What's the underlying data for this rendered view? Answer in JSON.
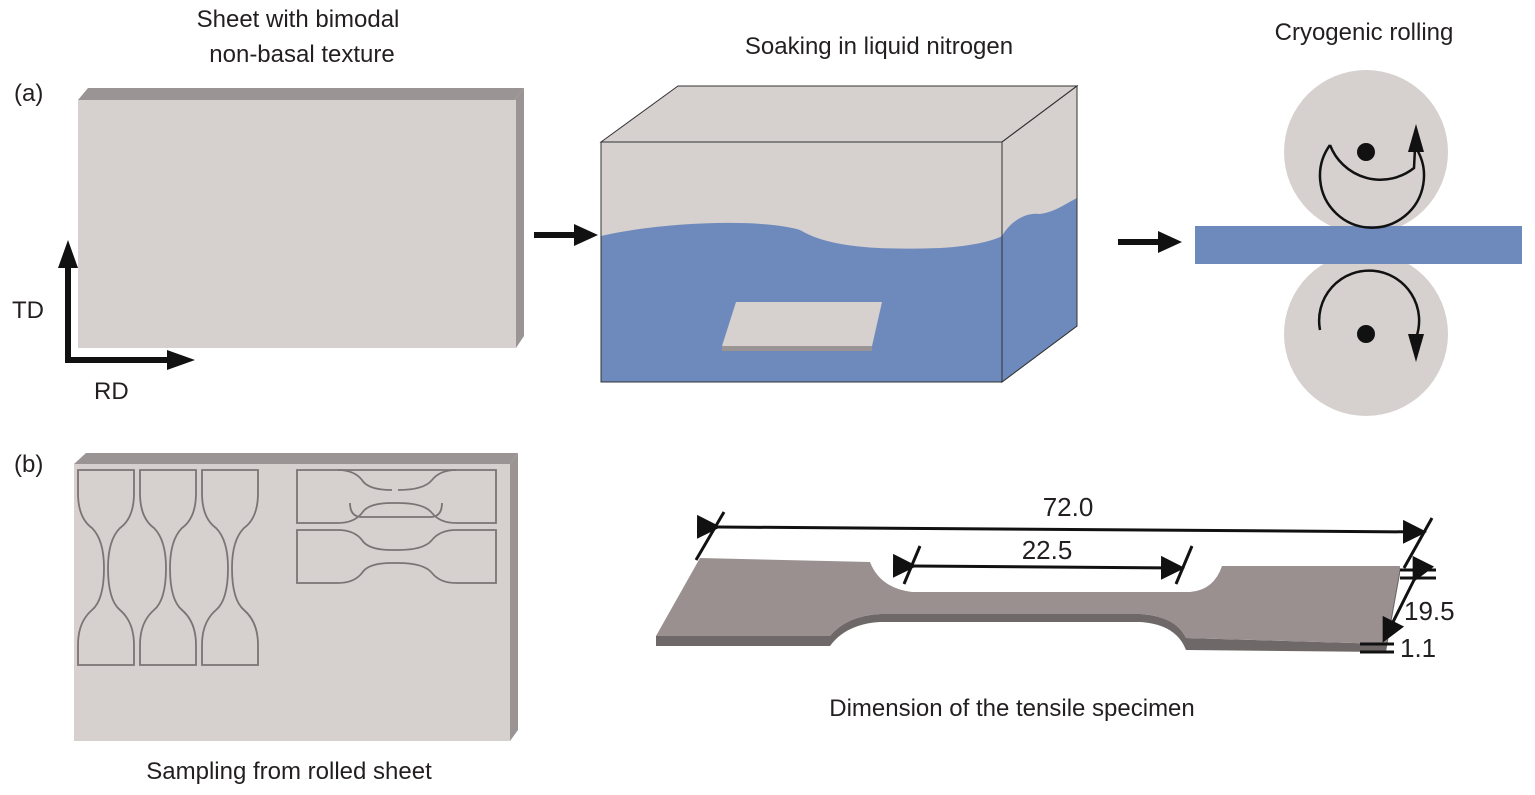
{
  "panel_a": {
    "label": "(a)",
    "step1_title_line1": "Sheet with bimodal",
    "step1_title_line2": "non-basal texture",
    "step2_title": "Soaking in liquid nitrogen",
    "step3_title": "Cryogenic rolling",
    "axis_td": "TD",
    "axis_rd": "RD"
  },
  "panel_b": {
    "label": "(b)",
    "sampling_caption": "Sampling from rolled sheet",
    "specimen_caption": "Dimension of the tensile specimen",
    "dim_total_length": "72.0",
    "dim_gauge_length": "22.5",
    "dim_width": "19.5",
    "dim_thickness": "1.1"
  },
  "colors": {
    "sheet_face": "#d6d0cf",
    "sheet_edge": "#9a9494",
    "liquid_nitrogen": "#6e8abd",
    "roller": "#d6d0cf",
    "specimen_top": "#9a9090",
    "specimen_side": "#6f6868",
    "arrow": "#111111"
  }
}
